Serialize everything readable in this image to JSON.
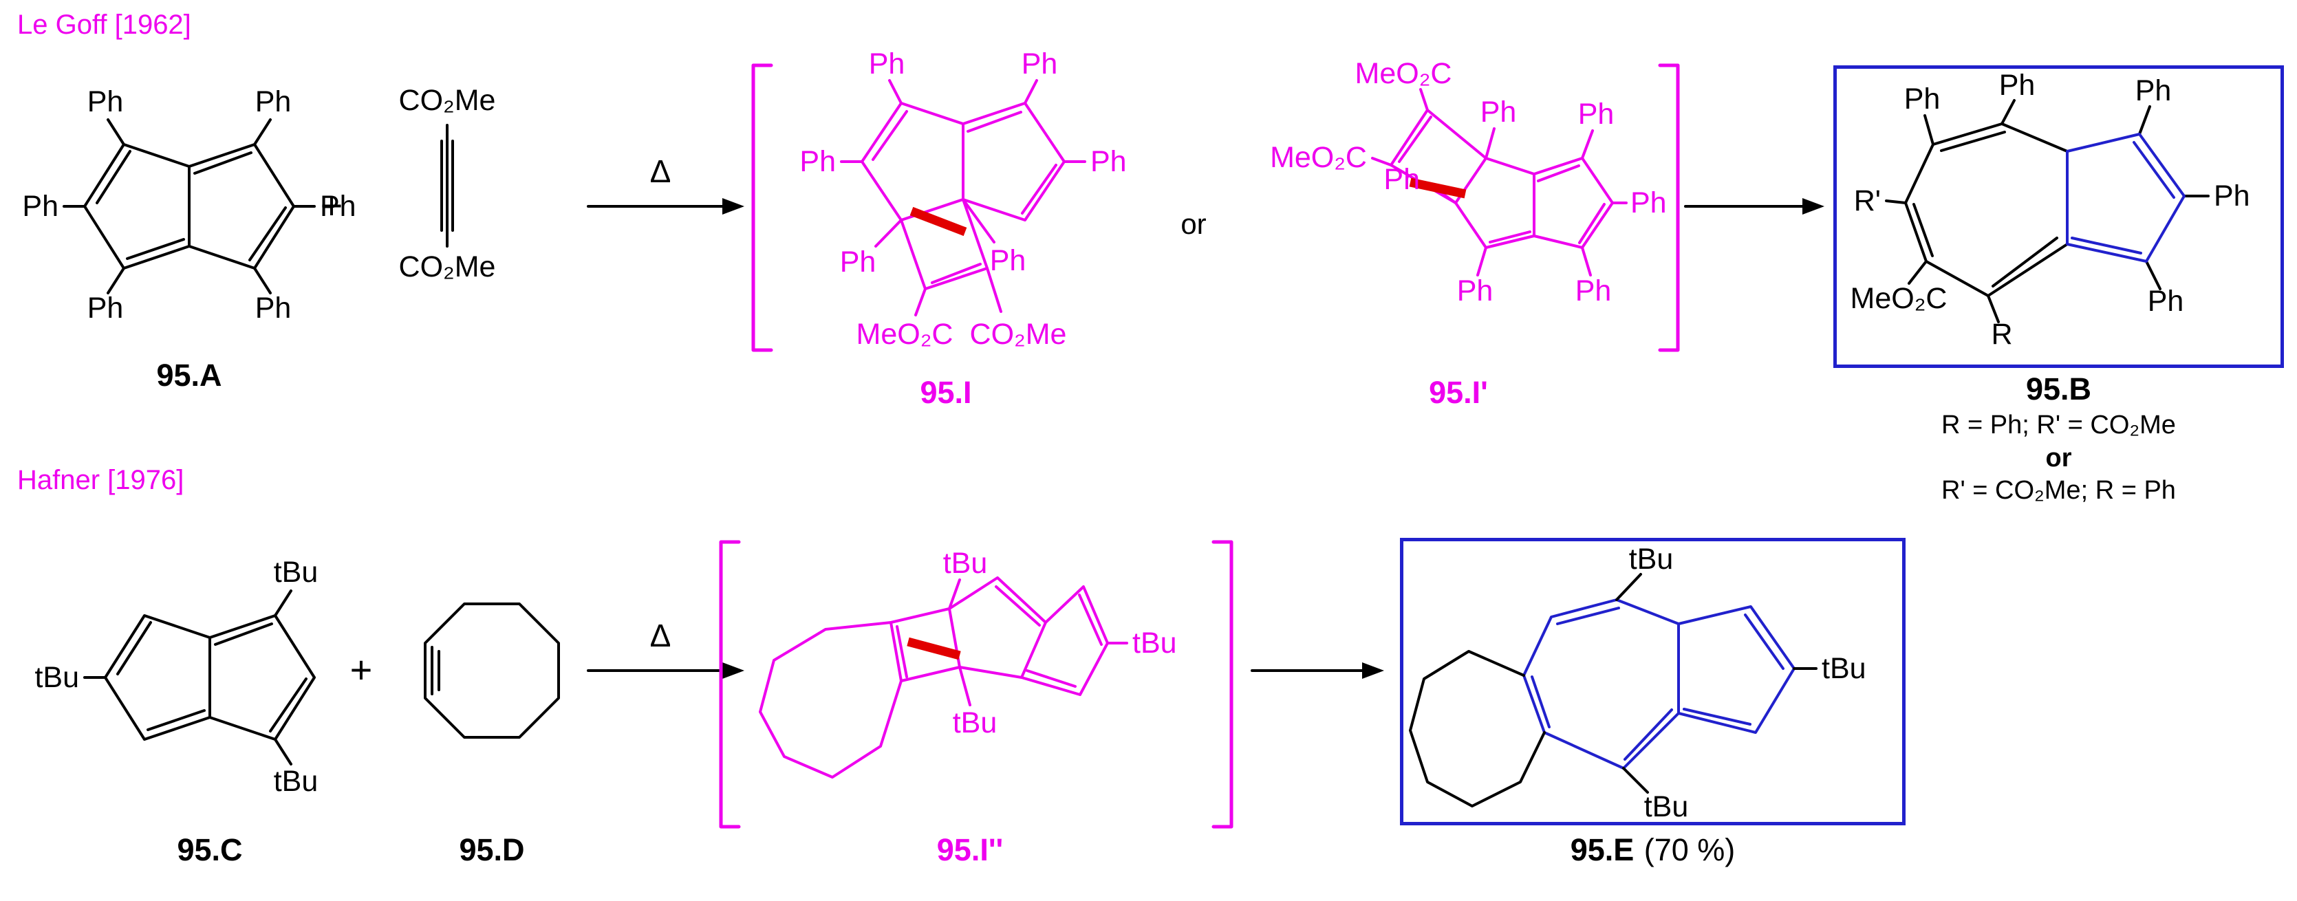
{
  "colors": {
    "magenta": "#EE00EE",
    "blue": "#2121CC",
    "red": "#E10000",
    "black": "#000000"
  },
  "labels": {
    "ph": "Ph",
    "tbu": "tBu",
    "co2me": "CO₂Me",
    "meo2c": "MeO₂C",
    "plus": "+",
    "delta": "Δ",
    "or": "or",
    "r": "R",
    "r_prime": "R'"
  },
  "row1": {
    "reference": "Le Goff [1962]",
    "compound_a": "95.A",
    "intermediate_1": "95.I",
    "intermediate_2": "95.I'",
    "product": "95.B",
    "note_r1": "R = Ph; R' = CO₂Me",
    "note_or": "or",
    "note_r2": "R' = CO₂Me; R = Ph"
  },
  "row2": {
    "reference": "Hafner [1976]",
    "compound_c": "95.C",
    "compound_d": "95.D",
    "intermediate": "95.I''",
    "product": "95.E",
    "yield": "(70 %)"
  }
}
